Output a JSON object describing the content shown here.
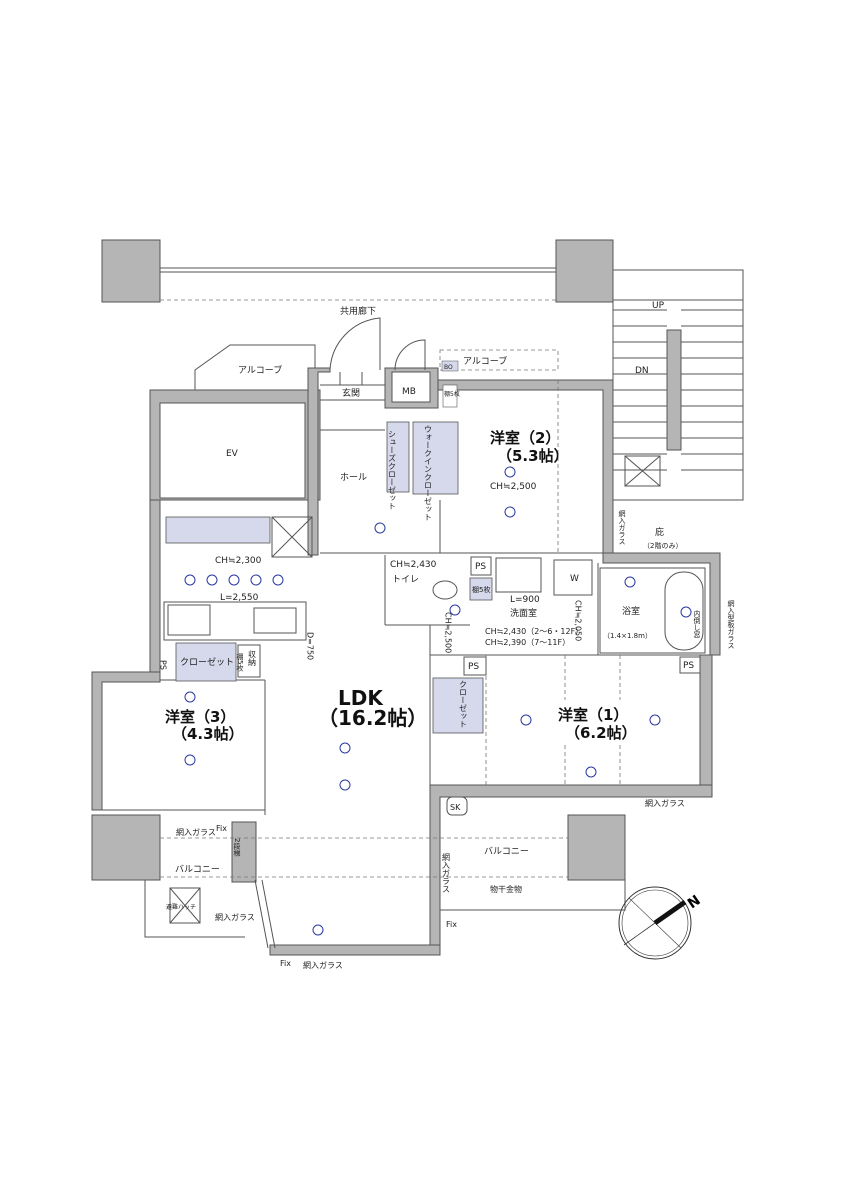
{
  "plan": {
    "rooms": {
      "ldk": {
        "name": "LDK",
        "size": "（16.2帖）"
      },
      "bedroom1": {
        "name": "洋室（1）",
        "size": "（6.2帖）"
      },
      "bedroom2": {
        "name": "洋室（2）",
        "size": "（5.3帖）",
        "ch": "CH≒2,500"
      },
      "bedroom3": {
        "name": "洋室（3）",
        "size": "（4.3帖）"
      },
      "entrance": "玄関",
      "hall": "ホール",
      "toilet": "トイレ",
      "toilet_ch": "CH≒2,430",
      "washroom": "洗面室",
      "washroom_ch1": "CH≒2,430（2〜6・12F）",
      "washroom_ch2": "CH≒2,390（7〜11F）",
      "bath": "浴室",
      "bath_size": "（1.4×1.8m）",
      "ev": "EV",
      "mb": "MB"
    },
    "labels": {
      "common_corridor": "共用廊下",
      "alcove_left": "アルコーブ",
      "alcove_right": "アルコーブ",
      "bo": "BO",
      "shelf5": "棚5枚",
      "walk_in_closet": "ウォークインクローゼット",
      "shoe_closet": "シューズクローゼット",
      "closet_bed1": "クローゼット",
      "closet_bed3": "クローゼット",
      "storage": "収納",
      "shelf5_storage": "棚5枚",
      "shelf5_wash": "棚5枚",
      "ps1": "PS",
      "ps2": "PS",
      "ps3": "PS",
      "ps4": "PS",
      "w": "W",
      "l900": "L=900",
      "kitchen_ch": "CH≒2,300",
      "kitchen_l": "L=2,550",
      "kitchen_d": "D=750",
      "ch2500": "CH≒2,500",
      "ch2050": "CH≒2,050",
      "eaves": "庇",
      "eaves_note": "（2階のみ）",
      "wire_glass_1": "網入ガラス",
      "wire_glass_2": "網入ガラス",
      "wire_glass_3": "網入ガラス",
      "wire_glass_4": "網入ガラス",
      "wire_glass_5": "網入ガラス",
      "wire_glass_6": "網入ガラス",
      "wire_glass_bath": "網入型板ガラス",
      "inner_window": "内倒し窓",
      "fix1": "Fix",
      "fix2": "Fix",
      "fix3": "Fix",
      "balcony_left": "バルコニー",
      "balcony_right": "バルコニー",
      "laundry_hardware": "物干金物",
      "evac_hatch": "避難ハッチ",
      "evac_ladder": "2段梯",
      "sk": "SK",
      "up": "UP",
      "dn": "DN",
      "north": "N"
    },
    "colors": {
      "wall": "#b5b5b5",
      "closet": "#d6d8ec",
      "fixture": "#2b3aa0"
    }
  }
}
